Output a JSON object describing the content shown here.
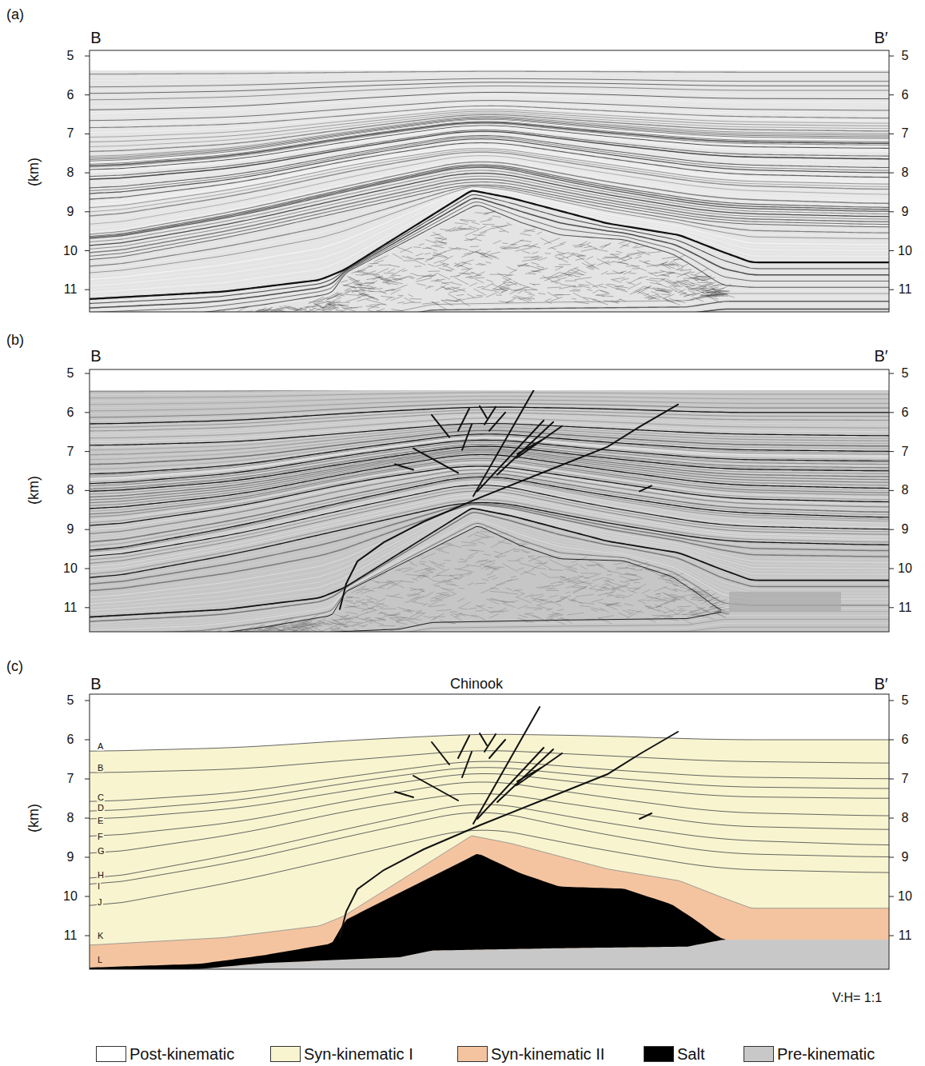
{
  "diagram": {
    "labels": [
      "(a)",
      "B",
      "B′",
      "5",
      "6",
      "7",
      "8",
      "9",
      "10",
      "11",
      "5",
      "6",
      "7",
      "8",
      "9",
      "10",
      "11",
      "(km)",
      "(b)",
      "B",
      "B′",
      "5",
      "6",
      "7",
      "8",
      "9",
      "10",
      "11",
      "5",
      "6",
      "7",
      "8",
      "9",
      "10",
      "11",
      "(km)",
      "(c)",
      "B",
      "Chinook",
      "B′",
      "5",
      "6",
      "7",
      "8",
      "9",
      "10",
      "11",
      "5",
      "6",
      "7",
      "8",
      "9",
      "10",
      "11",
      "(km)",
      "A",
      "B",
      "C",
      "D",
      "E",
      "F",
      "G",
      "H",
      "I",
      "J",
      "K",
      "L",
      "V:H= 1:1"
    ],
    "legend": [
      {
        "text": "Post-kinematic",
        "color": "#ffffff"
      },
      {
        "text": "Syn-kinematic I",
        "color": "#f7f4cf"
      },
      {
        "text": "Syn-kinematic II",
        "color": "#f4c4a0"
      },
      {
        "text": "Salt",
        "color": "#000000"
      },
      {
        "text": "Pre-kinematic",
        "color": "#c8c8c8"
      }
    ]
  }
}
